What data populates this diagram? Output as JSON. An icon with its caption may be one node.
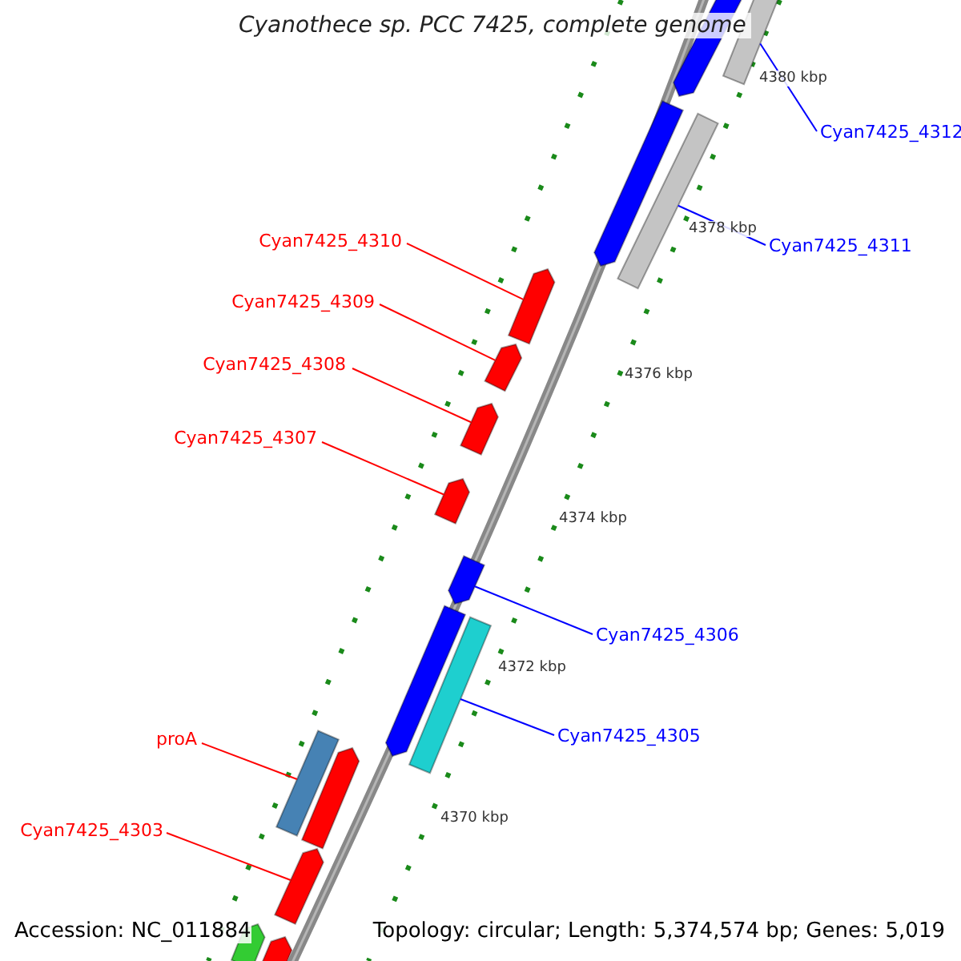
{
  "diagram": {
    "title": "Cyanothece sp. PCC 7425, complete genome",
    "nodes": [
      {
        "text": [],
        "shape": "bar"
      },
      {
        "text": [],
        "shape": "bar"
      },
      {
        "text": [
          "Cyan7425_4312"
        ]
      },
      {
        "text": [],
        "shape": "bar"
      },
      {
        "text": [],
        "shape": "bar"
      },
      {
        "text": [
          "Cyan7425_4311"
        ]
      },
      {
        "text": [
          "Cyan7425_4310"
        ]
      },
      {
        "text": [],
        "shape": "bar"
      },
      {
        "text": [
          "Cyan7425_4309"
        ]
      },
      {
        "text": [],
        "shape": "bar"
      },
      {
        "text": [
          "Cyan7425_4308"
        ]
      },
      {
        "text": [],
        "shape": "bar"
      },
      {
        "text": [
          "Cyan7425_4307"
        ]
      },
      {
        "text": [],
        "shape": "bar"
      },
      {
        "text": [],
        "shape": "bar"
      },
      {
        "text": [
          "Cyan7425_4306"
        ]
      },
      {
        "text": [],
        "shape": "bar"
      },
      {
        "text": [],
        "shape": "bar"
      },
      {
        "text": [
          "Cyan7425_4305"
        ]
      },
      {
        "text": [
          "proA"
        ]
      },
      {
        "text": [],
        "shape": "bar"
      },
      {
        "text": [],
        "shape": "bar"
      },
      {
        "text": [
          "Cyan7425_4303"
        ]
      },
      {
        "text": [],
        "shape": "bar"
      },
      {
        "text": [],
        "shape": "bar"
      },
      {
        "text": [],
        "shape": "bar"
      }
    ],
    "edges": [
      {
        "from": 2,
        "to": 0,
        "arrow": "none",
        "color": "#0000ff"
      },
      {
        "from": 5,
        "to": 4,
        "arrow": "none",
        "color": "#0000ff"
      },
      {
        "from": 6,
        "to": 7,
        "arrow": "none"
      },
      {
        "from": 8,
        "to": 9,
        "arrow": "none"
      },
      {
        "from": 10,
        "to": 11,
        "arrow": "none"
      },
      {
        "from": 12,
        "to": 13,
        "arrow": "none"
      },
      {
        "from": 15,
        "to": 14,
        "arrow": "none",
        "color": "#0000ff"
      },
      {
        "from": 18,
        "to": 17,
        "arrow": "none",
        "color": "#0000ff"
      },
      {
        "from": 19,
        "to": 20,
        "arrow": "none"
      },
      {
        "from": 22,
        "to": 23,
        "arrow": "none"
      }
    ],
    "labels": [
      "4380 kbp",
      "4378 kbp",
      "4376 kbp",
      "4374 kbp",
      "4372 kbp",
      "4370 kbp",
      "Accession: NC_011884",
      "Topology: circular; Length: 5,374,574 bp; Genes: 5,019"
    ]
  }
}
